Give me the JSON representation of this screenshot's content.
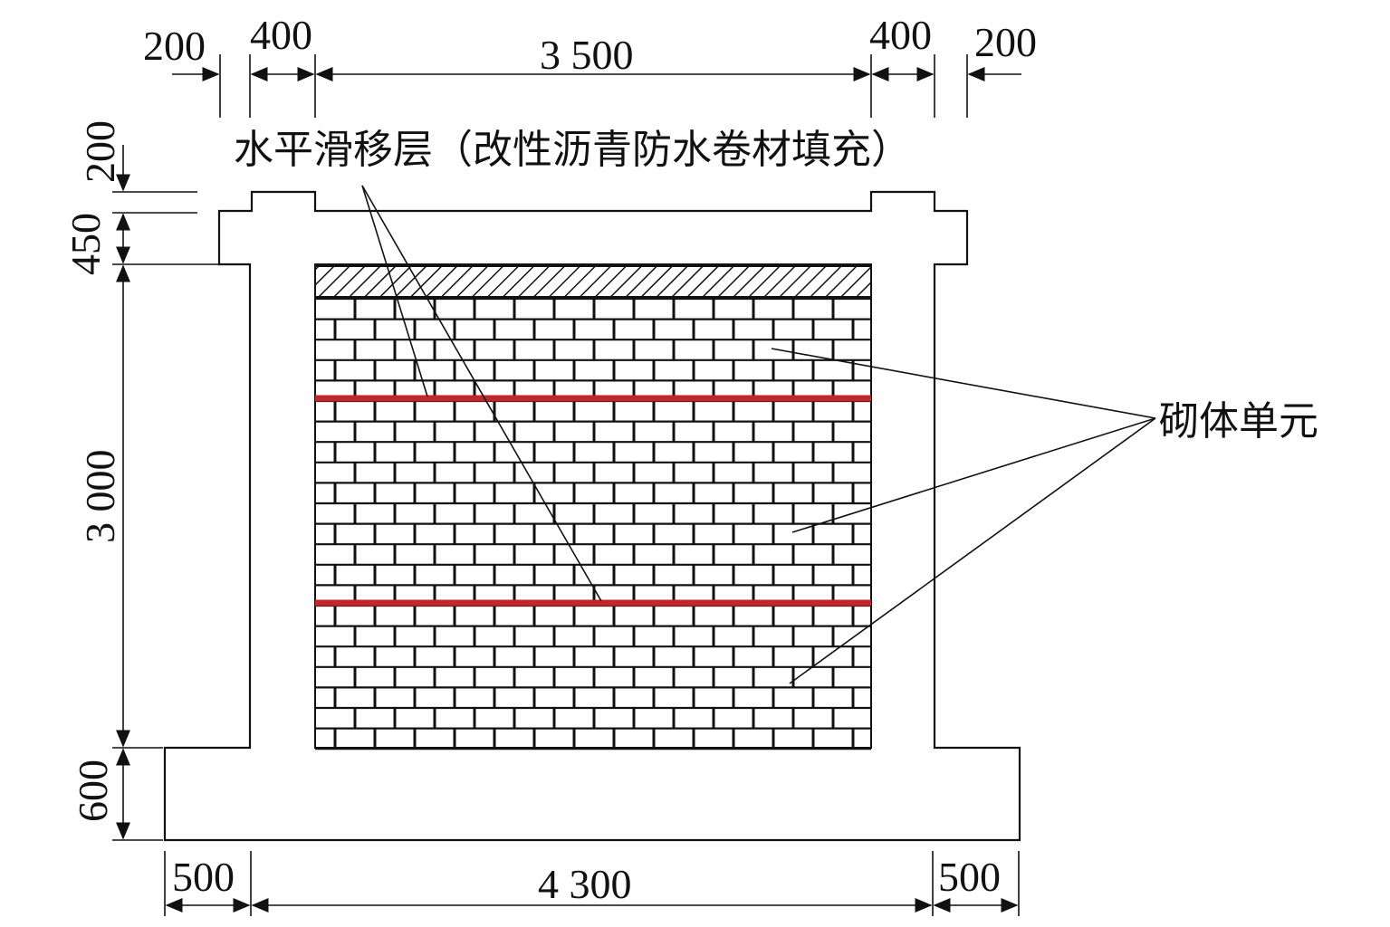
{
  "dimensions": {
    "top": [
      "200",
      "400",
      "3 500",
      "400",
      "200"
    ],
    "left": [
      "200",
      "450",
      "3 000",
      "600"
    ],
    "bottom": [
      "500",
      "4 300",
      "500"
    ]
  },
  "labels": {
    "sliding_layer": "水平滑移层（改性沥青防水卷材填充）",
    "masonry_unit": "砌体单元"
  },
  "colors": {
    "sliding_layer_line": "#c0262a",
    "ink": "#111111"
  }
}
